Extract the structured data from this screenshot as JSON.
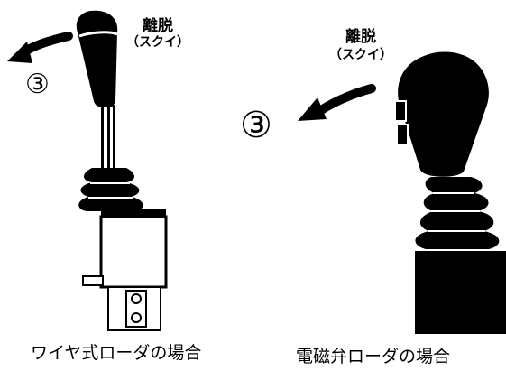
{
  "left_figure": {
    "action_label": "離脱",
    "action_reading": "（スクイ）",
    "step_number": "③",
    "caption": "ワイヤ式ローダの場合"
  },
  "right_figure": {
    "action_label": "離脱",
    "action_reading": "（スクイ）",
    "step_number": "③",
    "caption": "電磁弁ローダの場合"
  },
  "icons": [
    "arrow-left-curved-icon",
    "lever-knob-icon",
    "rubber-boot-icon"
  ],
  "colors": {
    "ink": "#000000",
    "paper": "#ffffff"
  }
}
